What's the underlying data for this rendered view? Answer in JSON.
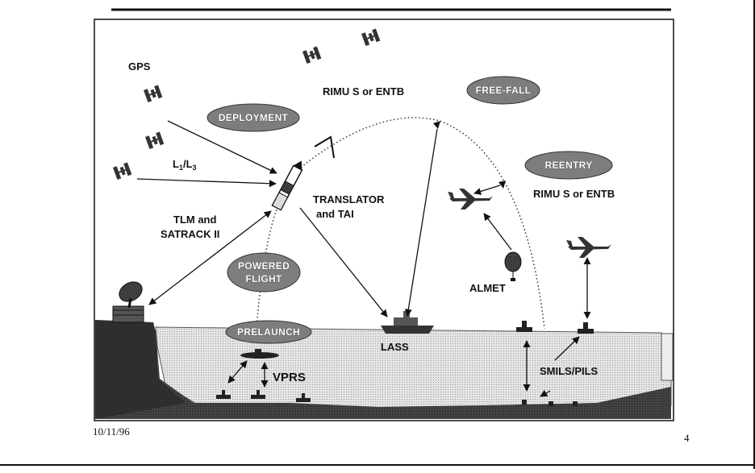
{
  "labels": {
    "gps": "GPS",
    "rimu_top": "RIMU S or ENTB",
    "l1l3_main": "L",
    "l1l3_sub1": "1",
    "l1l3_slash": "/L",
    "l1l3_sub3": "3",
    "translator_line1": "TRANSLATOR",
    "translator_line2": "and TAI",
    "tlm_line1": "TLM and",
    "tlm_line2": "SATRACK II",
    "rimu_right": "RIMU S or ENTB",
    "almet": "ALMET",
    "lass": "LASS",
    "vprs": "VPRS",
    "smils": "SMILS/PILS"
  },
  "phases": {
    "deployment": "DEPLOYMENT",
    "freefall": "FREE-FALL",
    "reentry": "REENTRY",
    "powered_line1": "POWERED",
    "powered_line2": "FLIGHT",
    "prelaunch": "PRELAUNCH"
  },
  "footer": {
    "date": "10/11/96",
    "page": "4"
  },
  "colors": {
    "pill_fill": "#7d7d7d",
    "sea": "#d9d9d9",
    "land": "#3a3a3a",
    "ink": "#111111"
  }
}
